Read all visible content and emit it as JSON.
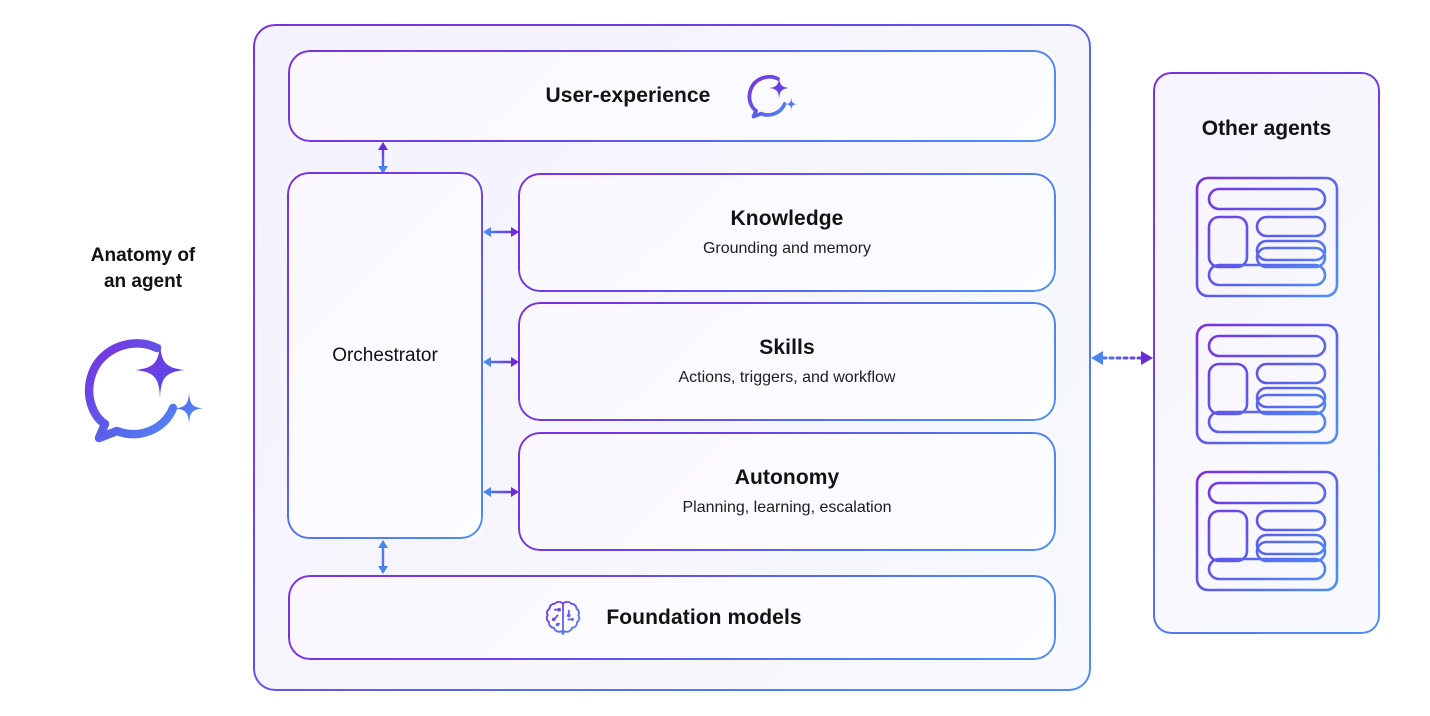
{
  "legend": {
    "title_line1": "Anatomy of",
    "title_line2": "an agent",
    "icon": "copilot-sparkle-chat-icon"
  },
  "agent": {
    "user_experience": {
      "title": "User-experience",
      "icon": "copilot-sparkle-chat-icon"
    },
    "orchestrator": {
      "title": "Orchestrator"
    },
    "capabilities": [
      {
        "title": "Knowledge",
        "subtitle": "Grounding and memory"
      },
      {
        "title": "Skills",
        "subtitle": "Actions, triggers, and workflow"
      },
      {
        "title": "Autonomy",
        "subtitle": "Planning, learning, escalation"
      }
    ],
    "foundation": {
      "title": "Foundation models",
      "icon": "brain-circuit-icon"
    }
  },
  "other_agents": {
    "title": "Other agents",
    "cards": [
      {
        "name": "agent-card-icon-1"
      },
      {
        "name": "agent-card-icon-2"
      },
      {
        "name": "agent-card-icon-3"
      }
    ]
  },
  "connectors": {
    "ux_to_orchestrator": "bidirectional-vertical-arrow",
    "orchestrator_to_knowledge": "bidirectional-horizontal-arrow",
    "orchestrator_to_skills": "bidirectional-horizontal-arrow",
    "orchestrator_to_autonomy": "bidirectional-horizontal-arrow",
    "orchestrator_to_foundation": "bidirectional-vertical-arrow",
    "agent_to_other_agents": "bidirectional-dotted-arrow"
  },
  "colors": {
    "background": "#ffffff",
    "gradient_purple": "#7b2fe0",
    "gradient_blue": "#4f8ef7",
    "arrow_purple": "#6c2bd9",
    "arrow_blue": "#4a86f0",
    "text": "#121212",
    "card_fill": "#fbfaff"
  }
}
